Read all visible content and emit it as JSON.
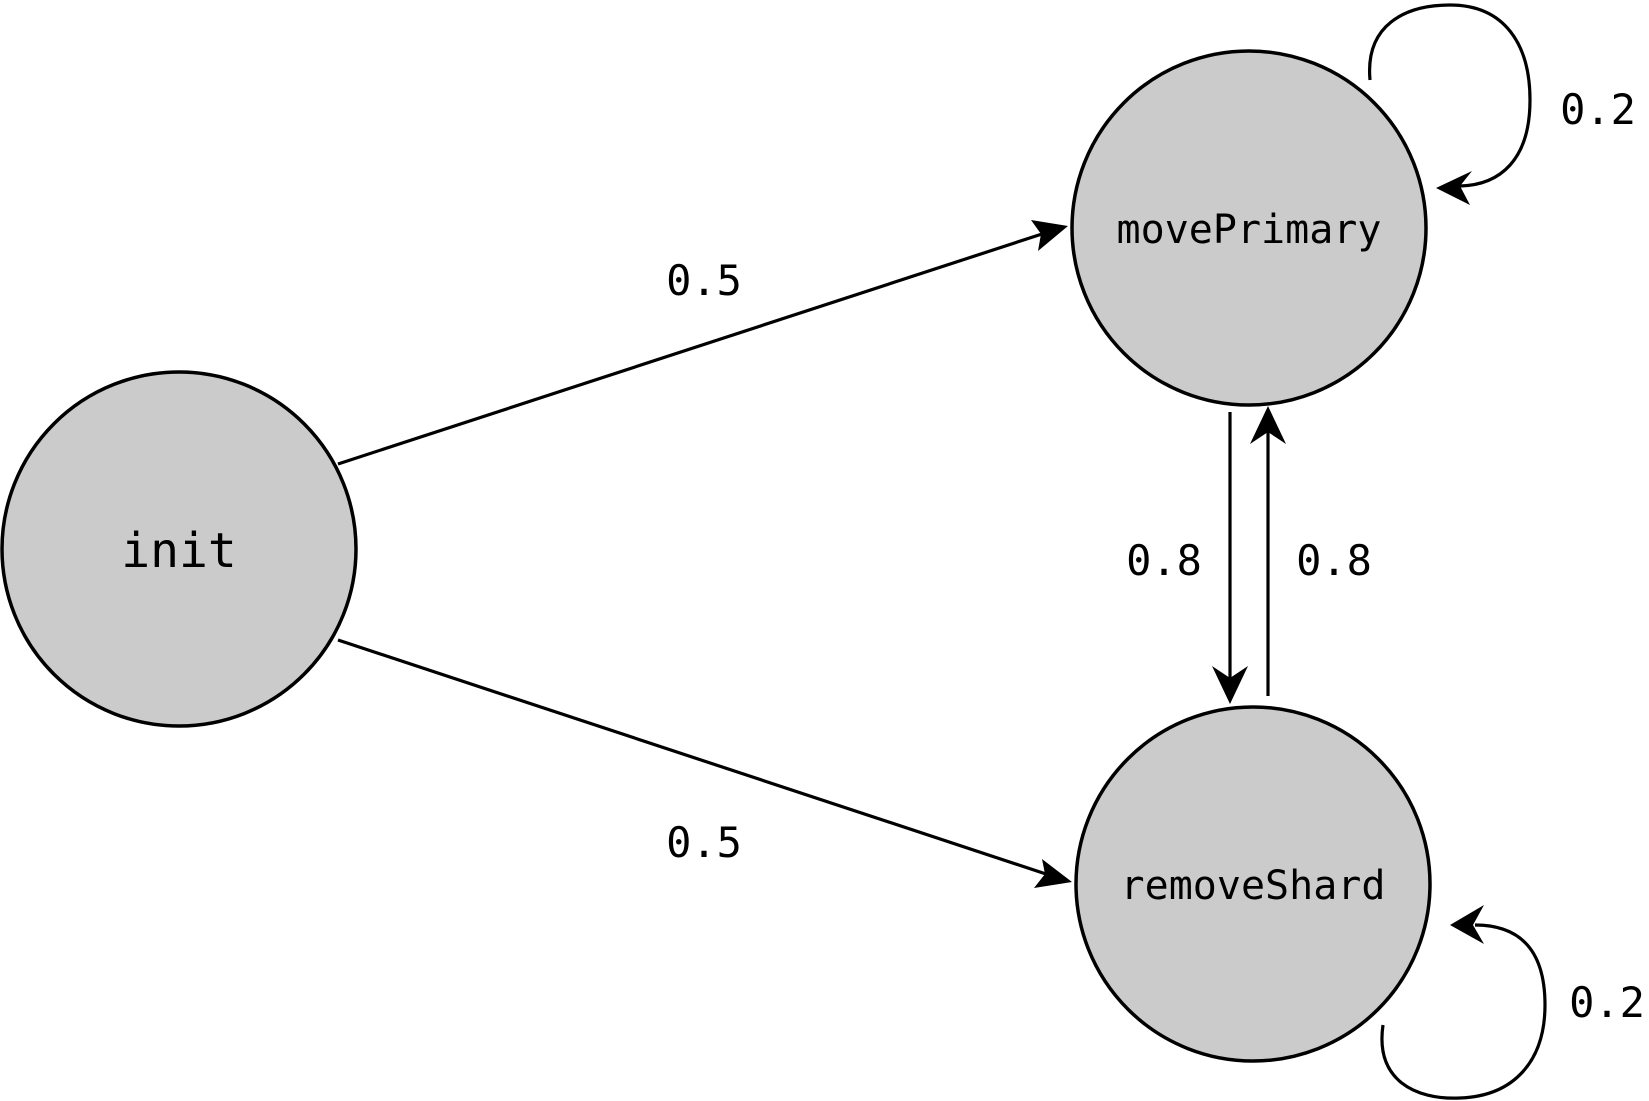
{
  "diagram": {
    "nodes": {
      "init": {
        "label": "init"
      },
      "move_primary": {
        "label": "movePrimary"
      },
      "remove_shard": {
        "label": "removeShard"
      }
    },
    "edges": {
      "init_to_move_primary": {
        "from": "init",
        "to": "movePrimary",
        "label": "0.5"
      },
      "init_to_remove_shard": {
        "from": "init",
        "to": "removeShard",
        "label": "0.5"
      },
      "move_primary_to_remove_shard": {
        "from": "movePrimary",
        "to": "removeShard",
        "label": "0.8"
      },
      "remove_shard_to_move_primary": {
        "from": "removeShard",
        "to": "movePrimary",
        "label": "0.8"
      },
      "move_primary_self_loop": {
        "from": "movePrimary",
        "to": "movePrimary",
        "label": "0.2"
      },
      "remove_shard_self_loop": {
        "from": "removeShard",
        "to": "removeShard",
        "label": "0.2"
      }
    },
    "colors": {
      "node_fill": "#cbcbcb",
      "stroke": "#000000",
      "background": "#ffffff"
    }
  }
}
